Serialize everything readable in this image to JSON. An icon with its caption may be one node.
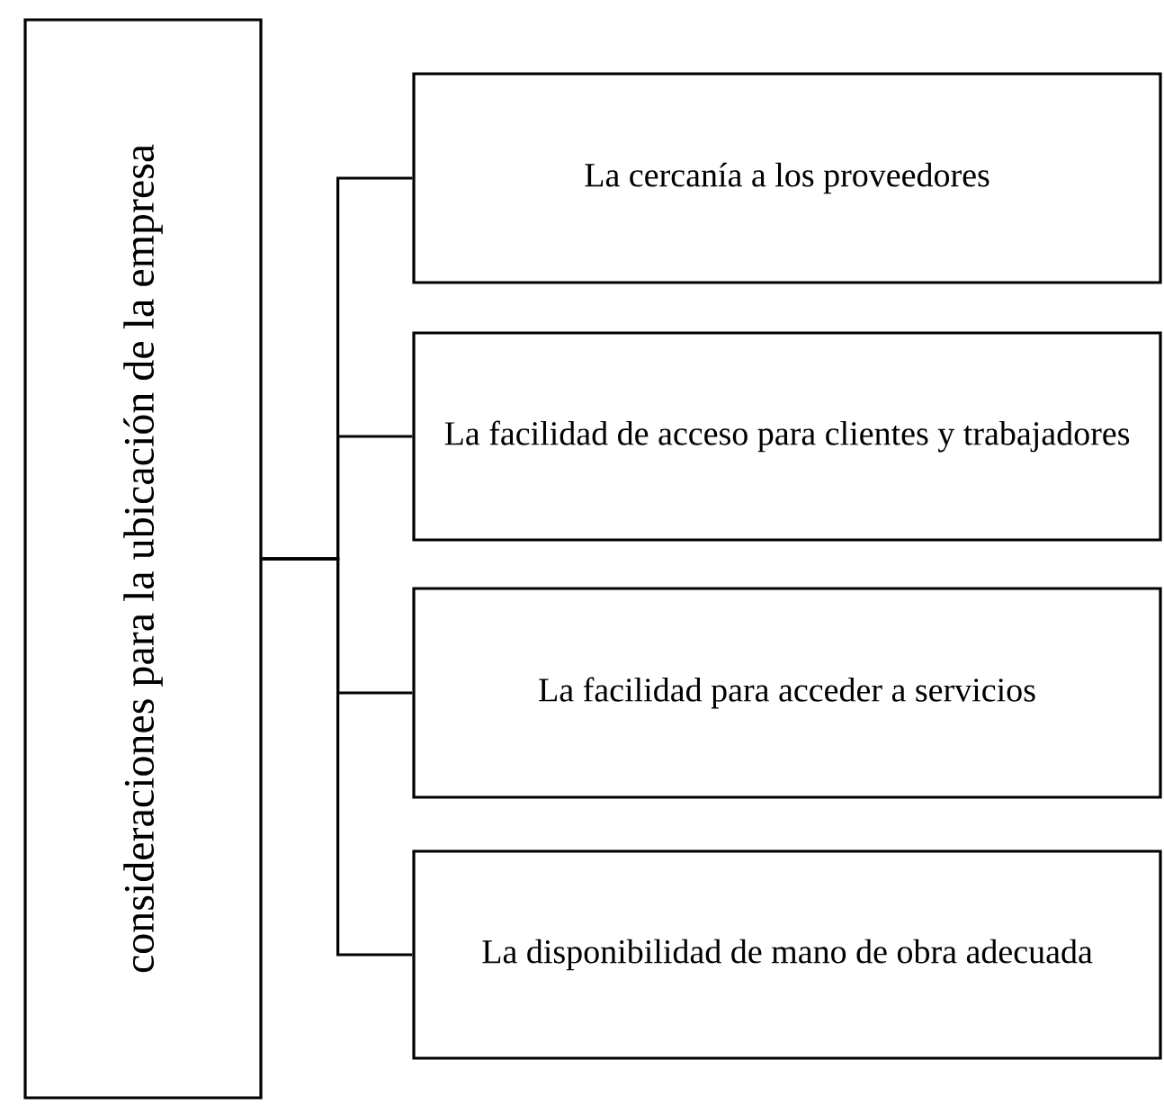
{
  "diagram": {
    "nodes": [
      {
        "text": [
          "consideraciones para la ubicación de la empresa"
        ]
      },
      {
        "text": [
          "La cercanía a los proveedores"
        ]
      },
      {
        "text": [
          "La facilidad de acceso para clientes y trabajadores"
        ]
      },
      {
        "text": [
          "La facilidad para acceder a servicios"
        ]
      },
      {
        "text": [
          "La disponibilidad de mano de obra adecuada"
        ]
      }
    ],
    "edges": [
      {
        "from": 0,
        "to": 1,
        "arrow": "none"
      },
      {
        "from": 0,
        "to": 2,
        "arrow": "none"
      },
      {
        "from": 0,
        "to": 3,
        "arrow": "none"
      },
      {
        "from": 0,
        "to": 4,
        "arrow": "none"
      }
    ]
  }
}
